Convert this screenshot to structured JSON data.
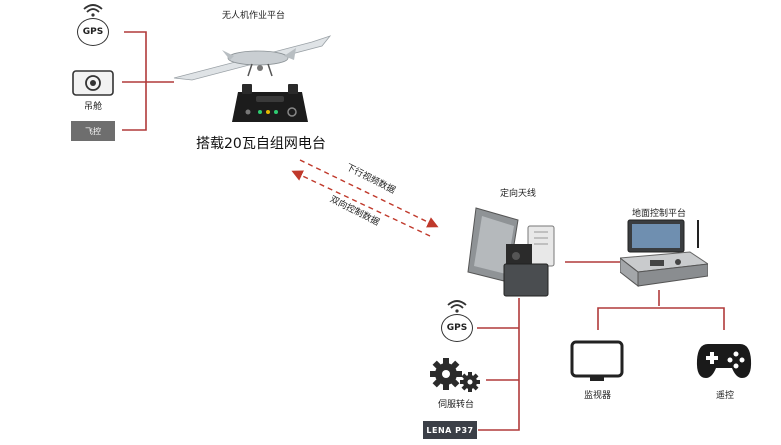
{
  "left_group": {
    "gps_label": "GPS",
    "pod_label": "吊舱",
    "flight_control_label": "飞控"
  },
  "drone": {
    "title": "无人机作业平台",
    "radio_caption": "搭载20瓦自组网电台"
  },
  "links": {
    "downlink_label": "下行视频数据",
    "control_label": "双向控制数据"
  },
  "antenna": {
    "title": "定向天线"
  },
  "ground_station": {
    "title": "地面控制平台"
  },
  "bottom_group": {
    "gps_label": "GPS",
    "servo_label": "伺服转台",
    "lena_label": "LENA P37"
  },
  "outputs": {
    "monitor_label": "监视器",
    "remote_label": "遥控"
  },
  "colors": {
    "line": "#b03a3a",
    "arrow": "#c0392b"
  }
}
